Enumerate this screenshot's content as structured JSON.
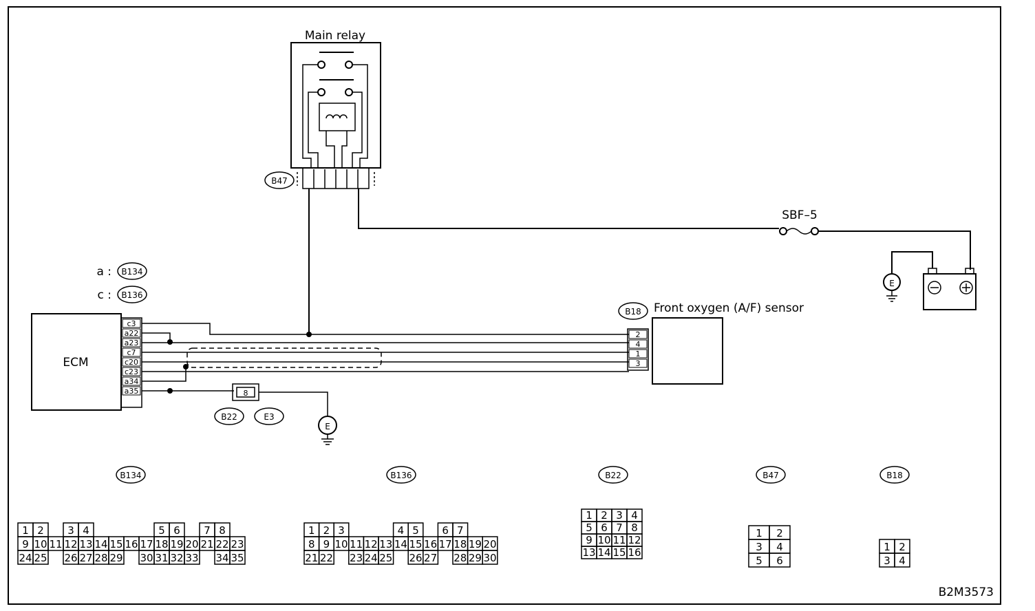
{
  "title_relay": "Main relay",
  "fuse": "SBF–5",
  "ecm": "ECM",
  "sensor": "Front oxygen (A/F) sensor",
  "legend": [
    {
      "prefix": "a :",
      "code": "B134"
    },
    {
      "prefix": "c :",
      "code": "B136"
    }
  ],
  "ecm_pins": [
    "c3",
    "a22",
    "a23",
    "c7",
    "c20",
    "c23",
    "a34",
    "a35"
  ],
  "sensor_pins": [
    "2",
    "4",
    "1",
    "3"
  ],
  "labels": {
    "b47": "B47",
    "b18": "B18",
    "b22": "B22",
    "e3": "E3",
    "joint": "8",
    "ground": "E",
    "plus": "⊕",
    "minus": "⊖"
  },
  "connectors": {
    "b134": {
      "code": "B134",
      "rows": [
        [
          "1",
          "2",
          "",
          "3",
          "4",
          "",
          "",
          "",
          "",
          "5",
          "6",
          "",
          "7",
          "8"
        ],
        [
          "9",
          "10",
          "11",
          "12",
          "13",
          "14",
          "15",
          "16",
          "17",
          "18",
          "19",
          "20",
          "21",
          "22",
          "23"
        ],
        [
          "24",
          "25",
          "",
          "26",
          "27",
          "28",
          "29",
          "",
          "30",
          "31",
          "32",
          "33",
          "",
          "34",
          "35"
        ]
      ]
    },
    "b136": {
      "code": "B136",
      "rows": [
        [
          "1",
          "2",
          "3",
          "",
          "",
          "",
          "4",
          "5",
          "",
          "6",
          "7"
        ],
        [
          "8",
          "9",
          "10",
          "11",
          "12",
          "13",
          "14",
          "15",
          "16",
          "17",
          "18",
          "19",
          "20"
        ],
        [
          "21",
          "22",
          "",
          "23",
          "24",
          "25",
          "",
          "26",
          "27",
          "",
          "28",
          "29",
          "30"
        ]
      ]
    },
    "b22": {
      "code": "B22",
      "rows": [
        [
          "1",
          "2",
          "3",
          "4"
        ],
        [
          "5",
          "6",
          "7",
          "8"
        ],
        [
          "9",
          "10",
          "11",
          "12"
        ],
        [
          "13",
          "14",
          "15",
          "16"
        ]
      ]
    },
    "b47": {
      "code": "B47",
      "rows": [
        [
          "1",
          "2"
        ],
        [
          "3",
          "4"
        ],
        [
          "5",
          "6"
        ]
      ]
    },
    "b18": {
      "code": "B18",
      "rows": [
        [
          "1",
          "2"
        ],
        [
          "3",
          "4"
        ]
      ]
    }
  },
  "figure_id": "B2M3573"
}
